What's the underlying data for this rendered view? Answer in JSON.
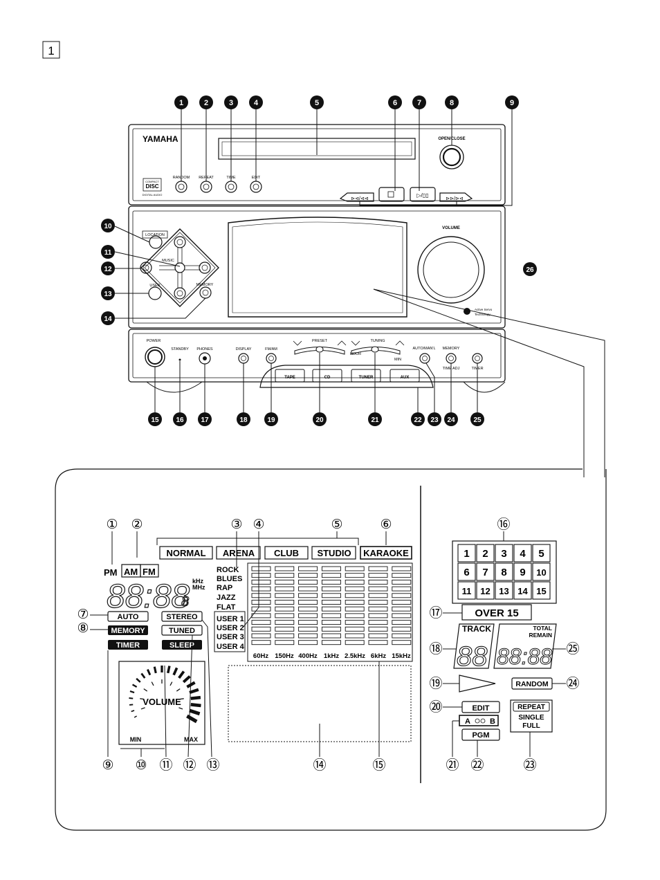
{
  "page_marker": "1",
  "brand": "YAMAHA",
  "cd_logo": {
    "line1": "COMPACT",
    "line2": "DISC",
    "line3": "DIGITAL AUDIO"
  },
  "top_callouts": [
    "1",
    "2",
    "3",
    "4",
    "5",
    "6",
    "7",
    "8",
    "9"
  ],
  "left_callouts": [
    "10",
    "11",
    "12",
    "13",
    "14"
  ],
  "bottom_callouts": [
    "15",
    "16",
    "17",
    "18",
    "19",
    "20",
    "21",
    "22",
    "23",
    "24",
    "25"
  ],
  "volume_callout": "26",
  "top_panel": {
    "random": "RANDOM",
    "repeat": "REPEAT",
    "time": "TIME",
    "edit": "EDIT",
    "open_close": "OPEN/CLOSE",
    "skip": "⊳⊲/⊲⊲",
    "stop": "□",
    "play_pause": "▷/▯▯",
    "skip_fwd": "⊳⊳/⊳⊲"
  },
  "mid_panel": {
    "location": "LOCATION",
    "music": "MUSIC",
    "user": "USER",
    "memory": "MEMORY",
    "volume": "VOLUME",
    "active_servo_1": "Active Servo",
    "active_servo_2": "Technology"
  },
  "bottom_panel": {
    "power": "POWER",
    "standby": "STANDBY",
    "phones": "PHONES",
    "display": "DISPLAY",
    "fm_am": "FM/AM",
    "preset": "PRESET",
    "tuning": "TUNING",
    "hour": "HOUR",
    "min": "MIN",
    "auto_manual": "AUTO/MAN'L",
    "memory": "MEMORY",
    "time_adj": "TIME ADJ",
    "timer": "TIMER",
    "sources": [
      "TAPE",
      "CD",
      "TUNER",
      "AUX"
    ]
  },
  "display": {
    "callouts_top": [
      "①",
      "②",
      "③",
      "④",
      "⑤",
      "⑥"
    ],
    "modes": [
      "NORMAL",
      "ARENA",
      "CLUB",
      "STUDIO",
      "KARAOKE"
    ],
    "pm": "PM",
    "am": "AM",
    "fm": "FM",
    "digits": "88:88",
    "small_digit": "8",
    "khz": "kHz",
    "mhz": "MHz",
    "eq_presets": [
      "ROCK",
      "BLUES",
      "RAP",
      "JAZZ",
      "FLAT"
    ],
    "user_presets": [
      "USER 1",
      "USER 2",
      "USER 3",
      "USER 4"
    ],
    "eq_bands": [
      "60Hz",
      "150Hz",
      "400Hz",
      "1kHz",
      "2.5kHz",
      "6kHz",
      "15kHz"
    ],
    "indicators": {
      "auto": "AUTO",
      "stereo": "STEREO",
      "memory": "MEMORY",
      "tuned": "TUNED",
      "timer": "TIMER",
      "sleep": "SLEEP"
    },
    "left_callouts": {
      "c7": "⑦",
      "c8": "⑧"
    },
    "volume_word": "VOLUME",
    "vol_min": "MIN",
    "vol_max": "MAX",
    "callouts_bottom": [
      "⑨",
      "⑩",
      "⑪",
      "⑫",
      "⑬",
      "⑭",
      "⑮"
    ],
    "track_numbers": [
      "1",
      "2",
      "3",
      "4",
      "5",
      "6",
      "7",
      "8",
      "9",
      "10",
      "11",
      "12",
      "13",
      "14",
      "15"
    ],
    "over": "OVER 15",
    "track": "TRACK",
    "total": "TOTAL",
    "remain": "REMAIN",
    "track_digits": "88",
    "time_digits": "88:88",
    "random": "RANDOM",
    "edit": "EDIT",
    "ab_a": "A",
    "ab_b": "B",
    "pgm": "PGM",
    "repeat": "REPEAT",
    "single": "SINGLE",
    "full": "FULL",
    "right_callouts": {
      "c16": "⑯",
      "c17": "⑰",
      "c18": "⑱",
      "c19": "⑲",
      "c20": "⑳",
      "c21": "㉑",
      "c22": "㉒",
      "c23": "㉓",
      "c24": "㉔",
      "c25": "㉕"
    }
  }
}
